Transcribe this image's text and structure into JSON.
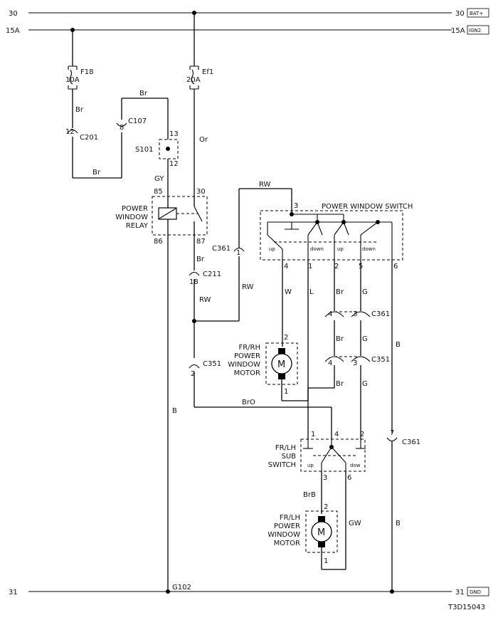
{
  "rails": {
    "top_left": "30",
    "top_right": "30",
    "top_tag": "BAT+",
    "ign_left": "15A",
    "ign_right": "15A",
    "ign_tag": "IGN2",
    "gnd_left": "31",
    "gnd_right": "31",
    "gnd_tag": "GND"
  },
  "fuses": {
    "f18": {
      "name": "F18",
      "rating": "10A"
    },
    "ef1": {
      "name": "Ef1",
      "rating": "20A"
    }
  },
  "connectors": {
    "c201": {
      "name": "C201",
      "pin": "12"
    },
    "c107": {
      "name": "C107",
      "pin": "8"
    },
    "s101": {
      "name": "S101",
      "pin_top": "13",
      "pin_bottom": "12"
    },
    "c361_left": {
      "name": "C361",
      "pin": "1"
    },
    "c211": {
      "name": "C211",
      "pin": "18"
    },
    "c351_left": {
      "name": "C351",
      "pin": "2"
    },
    "c361_mid": {
      "name": "C361",
      "pin_a": "4",
      "pin_b": "3"
    },
    "c351_mid": {
      "name": "C351",
      "pin_a": "4",
      "pin_b": "3"
    },
    "c361_right": {
      "name": "C361",
      "pin": "7"
    }
  },
  "wires": {
    "br_top": "Br",
    "br_mid": "Br",
    "br_bottom": "Br",
    "or": "Or",
    "gy": "GY",
    "br_relay": "Br",
    "rw_relay": "RW",
    "rw_top": "RW",
    "rw_vertical": "RW",
    "w": "W",
    "l": "L",
    "br_sw": "Br",
    "g_sw": "G",
    "br_c361": "Br",
    "g_c361": "G",
    "br_c351": "Br",
    "g_c351": "G",
    "b_main": "B",
    "bro": "BrO",
    "brb": "BrB",
    "gw": "GW",
    "b_right_upper": "B",
    "b_right_lower": "B"
  },
  "relay": {
    "label": [
      "POWER",
      "WINDOW",
      "RELAY"
    ],
    "pin85": "85",
    "pin30": "30",
    "pin86": "86",
    "pin87": "87"
  },
  "power_window_switch": {
    "label": "POWER WINDOW SWITCH",
    "pin_top": "3",
    "pins_bottom": [
      "4",
      "1",
      "2",
      "5",
      "6"
    ],
    "contacts": [
      "up",
      "down",
      "up",
      "down"
    ]
  },
  "fr_rh_motor": {
    "label": [
      "FR/RH",
      "POWER",
      "WINDOW",
      "MOTOR"
    ],
    "pin_top": "2",
    "pin_bottom": "1",
    "symbol": "M"
  },
  "fr_lh_sub_switch": {
    "label": [
      "FR/LH",
      "SUB",
      "SWITCH"
    ],
    "pins_top": [
      "1",
      "4",
      "2"
    ],
    "pins_bottom": [
      "3",
      "6"
    ],
    "contacts": [
      "up",
      "dow"
    ]
  },
  "fr_lh_motor": {
    "label": [
      "FR/LH",
      "POWER",
      "WINDOW",
      "MOTOR"
    ],
    "pin_top": "2",
    "pin_bottom": "1",
    "symbol": "M"
  },
  "ground": {
    "name": "G102"
  },
  "diagram_code": "T3D15043"
}
